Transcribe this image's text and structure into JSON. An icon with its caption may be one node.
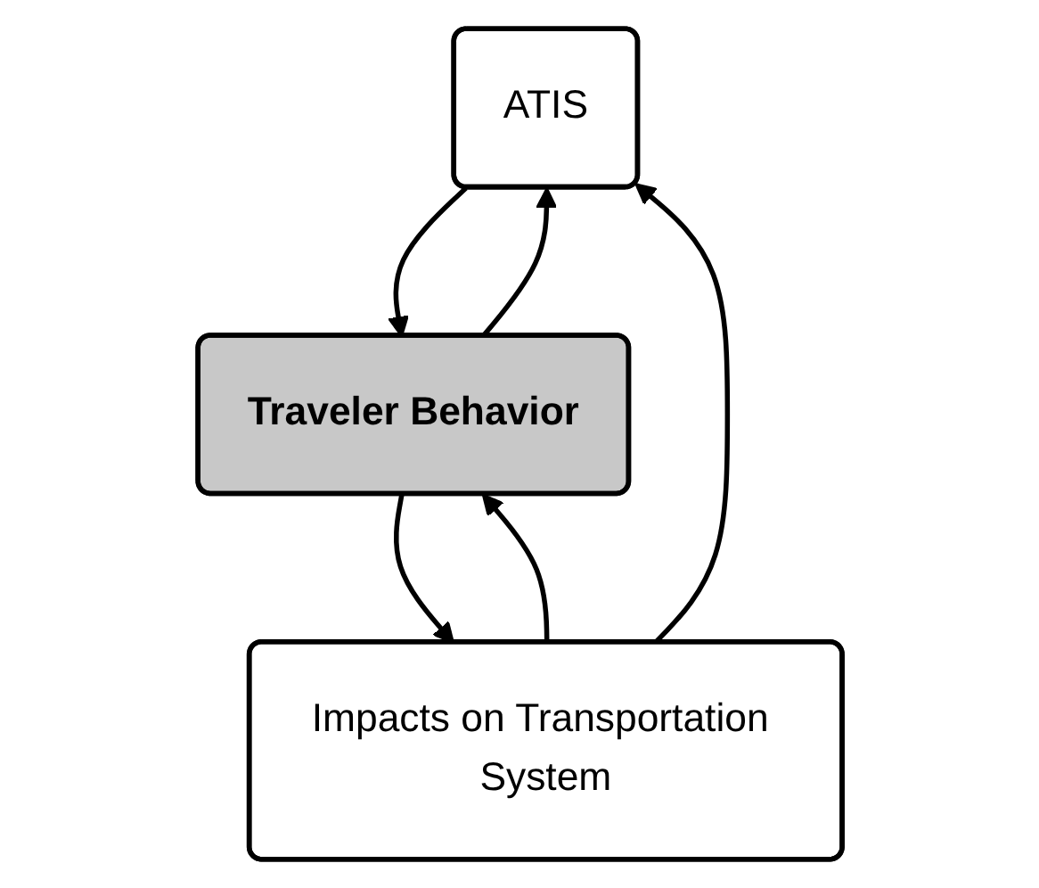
{
  "diagram": {
    "nodes": [
      {
        "text": [
          "ATIS"
        ]
      },
      {
        "text": [
          "Traveler Behavior"
        ]
      },
      {
        "text": [
          "Impacts on Transportation System"
        ]
      }
    ],
    "edges": [
      {
        "from": 0,
        "to": 1,
        "arrow": "to"
      },
      {
        "from": 1,
        "to": 0,
        "arrow": "to"
      },
      {
        "from": 1,
        "to": 2,
        "arrow": "to"
      },
      {
        "from": 2,
        "to": 1,
        "arrow": "to"
      },
      {
        "from": 2,
        "to": 0,
        "arrow": "to"
      }
    ]
  }
}
